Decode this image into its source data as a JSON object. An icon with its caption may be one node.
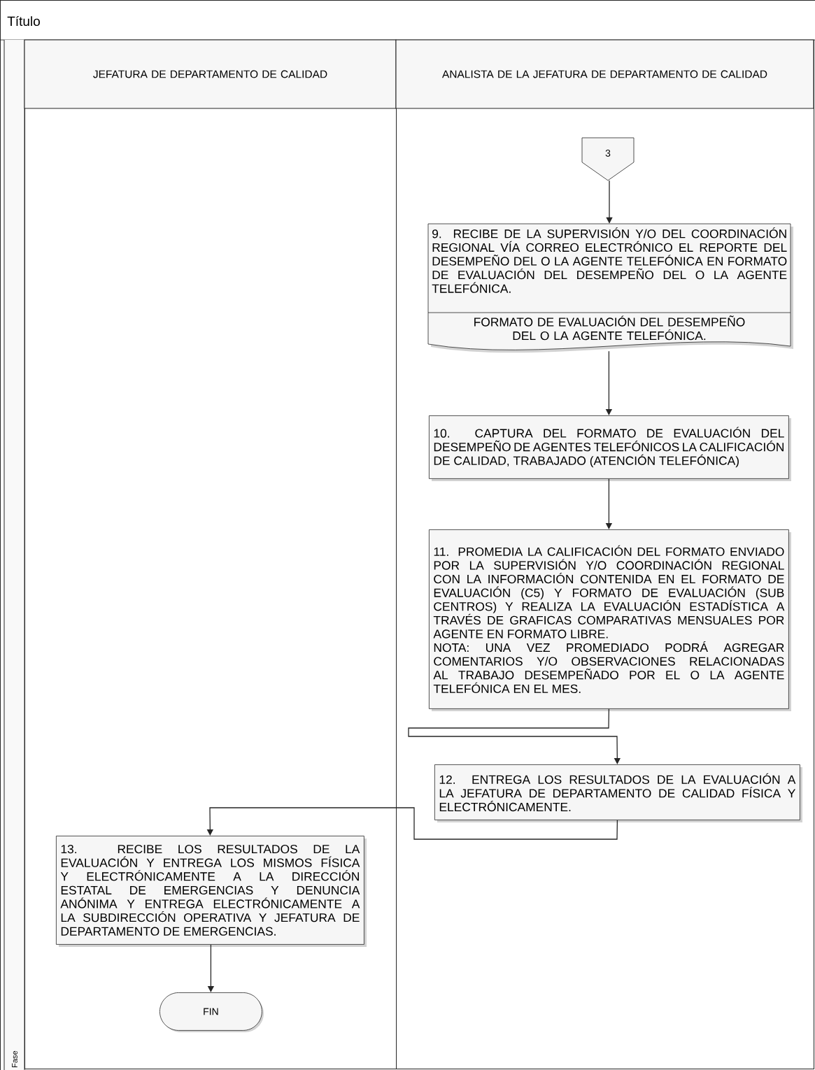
{
  "diagram": {
    "nodes": [
      {
        "text": [
          "Título"
        ]
      },
      {
        "text": [
          "JEFATURA DE DEPARTAMENTO DE CALIDAD"
        ],
        "in": 0
      },
      {
        "text": [
          "ANALISTA DE LA JEFATURA DE DEPARTAMENTO DE CALIDAD"
        ],
        "in": 0
      },
      {
        "text": [
          "3"
        ],
        "in": 2
      },
      {
        "text": [
          "9. RECIBE DE LA SUPERVISIÓN Y/O DEL COORDINACIÓN REGIONAL VÍA CORREO ELECTRÓNICO EL REPORTE DEL DESEMPEÑO DEL O LA AGENTE TELEFÓNICA EN FORMATO DE EVALUACIÓN DEL DESEMPEÑO DEL O LA AGENTE TELEFÓNICA.",
          "FORMATO DE EVALUACIÓN DEL DESEMPEÑO DEL O LA AGENTE TELEFÓNICA."
        ],
        "in": 2
      },
      {
        "text": [
          "10. CAPTURA DEL FORMATO DE EVALUACIÓN DEL DESEMPEÑO DE AGENTES TELEFÓNICOS LA CALIFICACIÓN DE CALIDAD, TRABAJADO (ATENCIÓN TELEFÓNICA)"
        ],
        "in": 2
      },
      {
        "text": [
          "11. PROMEDIA LA CALIFICACIÓN DEL FORMATO ENVIADO POR LA SUPERVISIÓN Y/O COORDINACIÓN REGIONAL CON LA INFORMACIÓN CONTENIDA EN EL FORMATO DE EVALUACIÓN (C5) Y FORMATO DE EVALUACIÓN (SUB CENTROS) Y REALIZA LA EVALUACIÓN ESTADÍSTICA A TRAVÉS DE GRAFICAS COMPARATIVAS MENSUALES POR AGENTE EN FORMATO LIBRE.",
          "NOTA: UNA VEZ PROMEDIADO PODRÁ AGREGAR COMENTARIOS Y/O OBSERVACIONES RELACIONADAS AL TRABAJO DESEMPEÑADO POR EL O LA AGENTE TELEFÓNICA EN EL MES."
        ],
        "in": 2
      },
      {
        "text": [
          "12. ENTREGA LOS RESULTADOS DE LA EVALUACIÓN A LA JEFATURA DE DEPARTAMENTO DE CALIDAD FÍSICA Y ELECTRÓNICAMENTE."
        ],
        "in": 2
      },
      {
        "text": [
          "13. RECIBE LOS RESULTADOS DE LA EVALUACIÓN Y ENTREGA LOS MISMOS FÍSICA Y ELECTRÓNICAMENTE A LA DIRECCIÓN ESTATAL DE EMERGENCIAS Y DENUNCIA ANÓNIMA Y ENTREGA ELECTRÓNICAMENTE A LA SUBDIRECCIÓN OPERATIVA Y JEFATURA DE DEPARTAMENTO DE EMERGENCIAS."
        ],
        "in": 1
      },
      {
        "text": [
          "FIN"
        ],
        "in": 1
      }
    ],
    "edges": [
      {
        "from": 3,
        "to": 4,
        "arrow": "to"
      },
      {
        "from": 4,
        "to": 5,
        "arrow": "to"
      },
      {
        "from": 5,
        "to": 6,
        "arrow": "to"
      },
      {
        "from": 6,
        "to": 7,
        "arrow": "to"
      },
      {
        "from": 7,
        "to": 8,
        "arrow": "to"
      },
      {
        "from": 8,
        "to": 9,
        "arrow": "to"
      }
    ],
    "labels": [
      "Fase"
    ]
  }
}
